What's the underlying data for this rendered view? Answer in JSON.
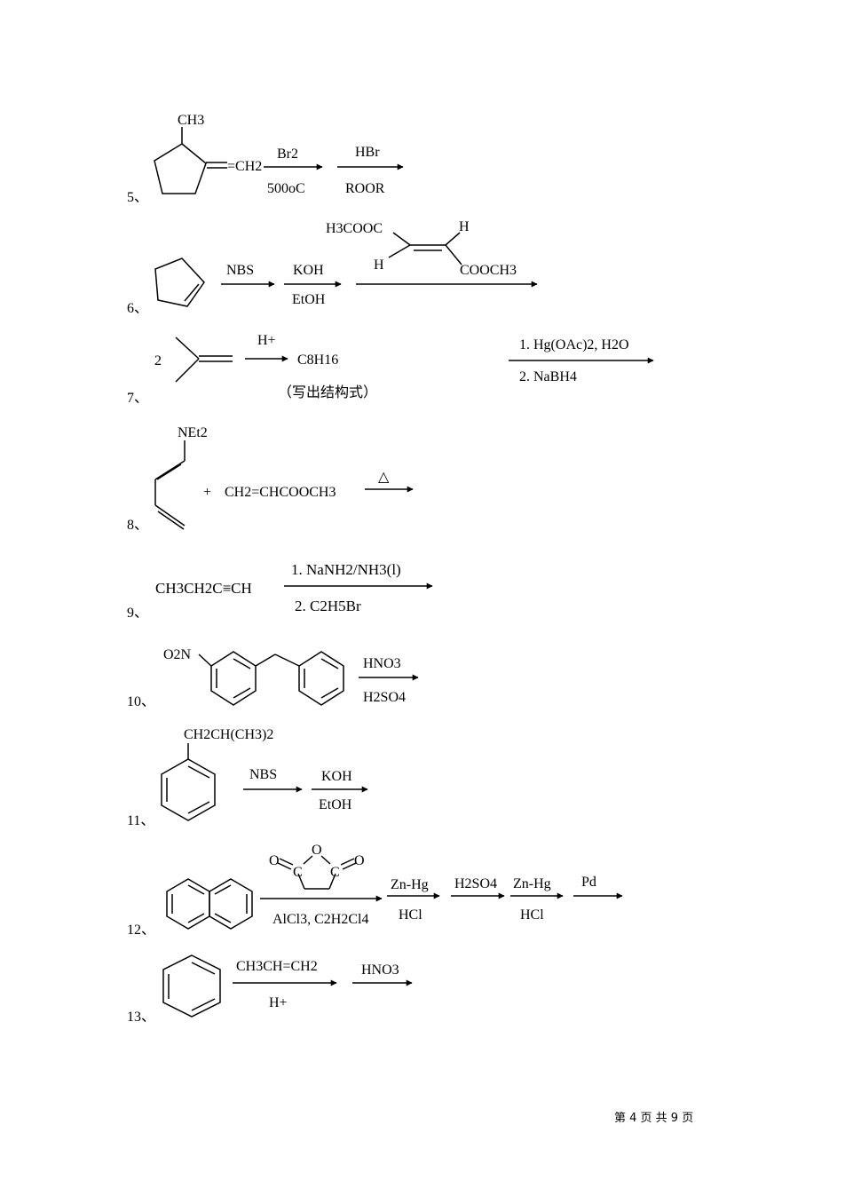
{
  "problems": [
    {
      "number": "5、",
      "labels": {
        "substituent_top": "CH3",
        "substituent_right": "=CH2",
        "arrow1_top": "Br2",
        "arrow1_bottom": "500oC",
        "arrow2_top": "HBr",
        "arrow2_bottom": "ROOR"
      }
    },
    {
      "number": "6、",
      "labels": {
        "arrow1_top": "NBS",
        "arrow2_top": "KOH",
        "arrow2_bottom": "EtOH",
        "reagent_left_top": "H3COOC",
        "reagent_right_top": "H",
        "reagent_left_bottom": "H",
        "reagent_right_bottom": "COOCH3"
      }
    },
    {
      "number": "7、",
      "labels": {
        "coefficient": "2",
        "arrow1_top": "H+",
        "product": "C8H16",
        "note": "（写出结构式）",
        "arrow2_top": "1. Hg(OAc)2, H2O",
        "arrow2_bottom": "2. NaBH4"
      }
    },
    {
      "number": "8、",
      "labels": {
        "substituent": "NEt2",
        "plus": "+",
        "reactant2": "CH2=CHCOOCH3",
        "arrow_top": "△"
      }
    },
    {
      "number": "9、",
      "labels": {
        "reactant": "CH3CH2C≡CH",
        "arrow_top": "1. NaNH2/NH3(l)",
        "arrow_bottom": "2. C2H5Br"
      }
    },
    {
      "number": "10、",
      "labels": {
        "substituent": "O2N",
        "arrow_top": "HNO3",
        "arrow_bottom": "H2SO4"
      }
    },
    {
      "number": "11、",
      "labels": {
        "substituent": "CH2CH(CH3)2",
        "arrow1_top": "NBS",
        "arrow2_top": "KOH",
        "arrow2_bottom": "EtOH"
      }
    },
    {
      "number": "12、",
      "labels": {
        "anhydride_o_ring": "O",
        "anhydride_o_left": "O",
        "anhydride_o_right": "O",
        "anhydride_c_left": "C",
        "anhydride_c_right": "C",
        "arrow1_bottom": "AlCl3, C2H2Cl4",
        "arrow2_top": "Zn-Hg",
        "arrow2_bottom": "HCl",
        "arrow3_top": "H2SO4",
        "arrow4_top": "Zn-Hg",
        "arrow4_bottom": "HCl",
        "arrow5_top": "Pd"
      }
    },
    {
      "number": "13、",
      "labels": {
        "arrow1_top": "CH3CH=CH2",
        "arrow1_bottom": "H+",
        "arrow2_top": "HNO3"
      }
    }
  ],
  "footer": {
    "page_label": "第 4 页 共 9 页"
  }
}
